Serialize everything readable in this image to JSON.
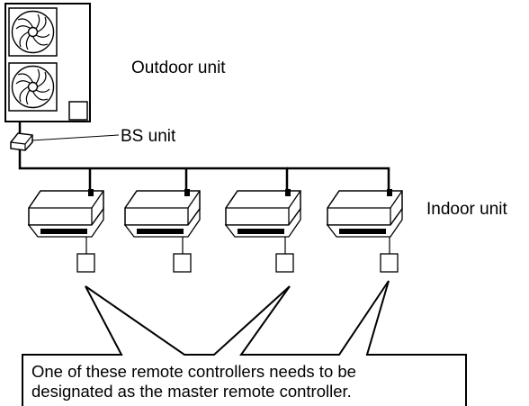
{
  "diagram": {
    "labels": {
      "outdoor_unit": "Outdoor unit",
      "bs_unit": "BS unit",
      "indoor_unit": "Indoor unit"
    },
    "callout": {
      "line1": "One of these remote controllers needs to be",
      "line2": "designated as the master remote controller."
    },
    "indoor_unit_count": 4,
    "remote_controller_count": 4,
    "colors": {
      "stroke": "#000000",
      "background": "#ffffff"
    }
  }
}
